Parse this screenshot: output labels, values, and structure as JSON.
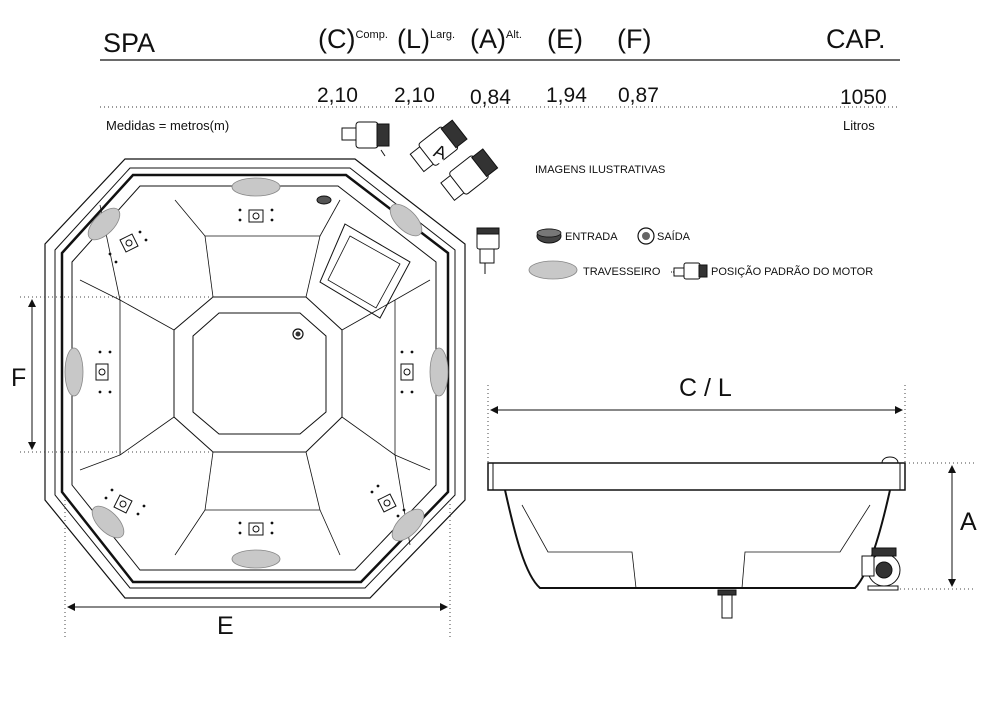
{
  "header": {
    "title": "SPA",
    "columns": [
      {
        "code": "(C)",
        "sup": "Comp."
      },
      {
        "code": "(L)",
        "sup": "Larg."
      },
      {
        "code": "(A)",
        "sup": "Alt."
      },
      {
        "code": "(E)",
        "sup": ""
      },
      {
        "code": "(F)",
        "sup": ""
      }
    ],
    "cap_label": "CAP."
  },
  "values": [
    "2,10",
    "2,10",
    "0,84",
    "1,94",
    "0,87"
  ],
  "capacity": {
    "value": "1050",
    "unit": "Litros"
  },
  "units_note": "Medidas = metros(m)",
  "illustrative_note": "IMAGENS ILUSTRATIVAS",
  "motor_label": "A",
  "legend": {
    "entrada": "ENTRADA",
    "saida": "SAÍDA",
    "travesseiro": "TRAVESSEIRO",
    "motor": "POSIÇÃO PADRÃO DO MOTOR"
  },
  "dimensions": {
    "e": "E",
    "f": "F",
    "cl": "C / L",
    "a": "A"
  },
  "colors": {
    "line": "#111111",
    "pillow": "#c8c8c8",
    "entrada_fill": "#444444"
  }
}
